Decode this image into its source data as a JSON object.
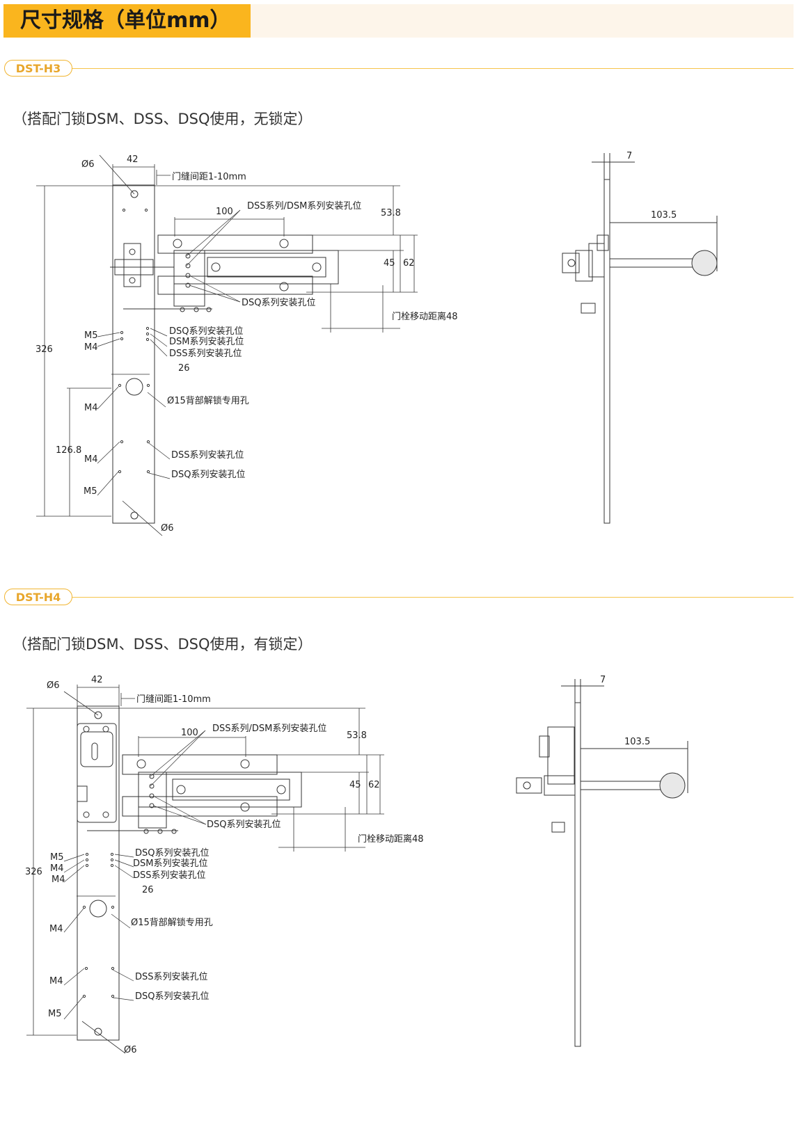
{
  "header": {
    "title": "尺寸规格（单位mm）"
  },
  "sections": [
    {
      "model": "DST-H3",
      "subtitle": "（搭配门锁DSM、DSS、DSQ使用，无锁定）",
      "dims": {
        "d6_top": "Ø6",
        "w42": "42",
        "gap": "门缝间距1-10mm",
        "d100": "100",
        "d53_8": "53.8",
        "d45": "45",
        "d62": "62",
        "move48": "门栓移动距离48",
        "h326": "326",
        "d26": "26",
        "h126_8": "126.8",
        "d6_bottom": "Ø6",
        "side7": "7",
        "side103_5": "103.5"
      },
      "callouts": {
        "dss_dsm_top": "DSS系列/DSM系列安装孔位",
        "dsq_mid": "DSQ系列安装孔位",
        "dsq_row": "DSQ系列安装孔位",
        "dsm_row": "DSM系列安装孔位",
        "dss_row": "DSS系列安装孔位",
        "unlock": "Ø15背部解锁专用孔",
        "dss_low": "DSS系列安装孔位",
        "dsq_low": "DSQ系列安装孔位"
      },
      "threads": {
        "m5_a": "M5",
        "m4_a": "M4",
        "m4_b": "M4",
        "m4_c": "M4",
        "m5_b": "M5"
      }
    },
    {
      "model": "DST-H4",
      "subtitle": "（搭配门锁DSM、DSS、DSQ使用，有锁定）",
      "dims": {
        "d6_top": "Ø6",
        "w42": "42",
        "gap": "门缝间距1-10mm",
        "d100": "100",
        "d53_8": "53.8",
        "d45": "45",
        "d62": "62",
        "move48": "门栓移动距离48",
        "h326": "326",
        "d26": "26",
        "d6_bottom": "Ø6",
        "side7": "7",
        "side103_5": "103.5"
      },
      "callouts": {
        "dss_dsm_top": "DSS系列/DSM系列安装孔位",
        "dsq_mid": "DSQ系列安装孔位",
        "dsq_row": "DSQ系列安装孔位",
        "dsm_row": "DSM系列安装孔位",
        "dss_row": "DSS系列安装孔位",
        "unlock": "Ø15背部解锁专用孔",
        "dss_low": "DSS系列安装孔位",
        "dsq_low": "DSQ系列安装孔位"
      },
      "threads": {
        "m5_a": "M5",
        "m4_a": "M4",
        "m4_b": "M4",
        "m4_c": "M4",
        "m4_d": "M4",
        "m5_b": "M5"
      }
    }
  ]
}
